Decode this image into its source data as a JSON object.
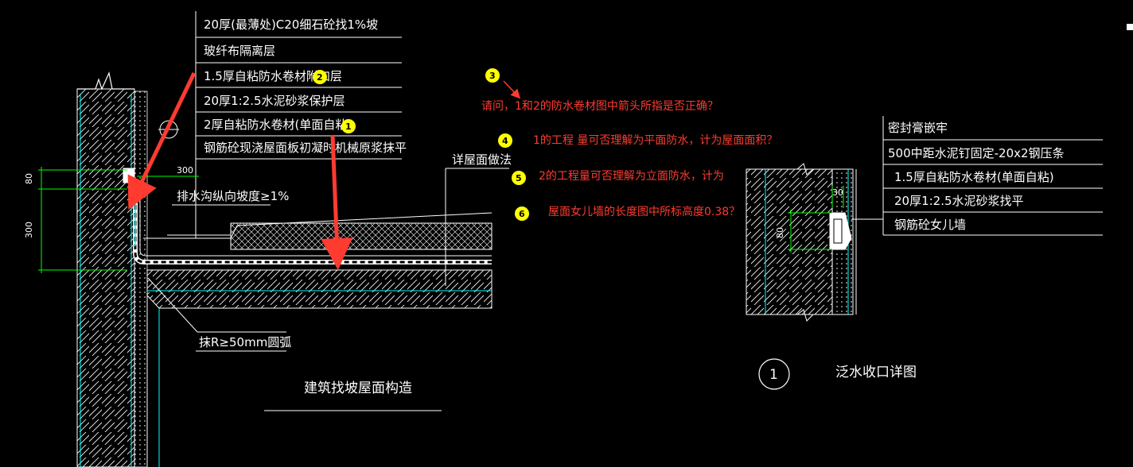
{
  "layers_left": [
    "20厚(最薄处)C20细石砼找1%坡",
    "玻纤布隔离层",
    "1.5厚自粘防水卷材附加层",
    "20厚1:2.5水泥砂浆保护层",
    "2厚自粘防水卷材(单面自粘)",
    "钢筋砼现浇屋面板初凝时机械原浆抹平"
  ],
  "layers_right": [
    "密封膏嵌牢",
    "500中距水泥钉固定-20x2钢压条",
    "1.5厚自粘防水卷材(单面自粘)",
    "20厚1:2.5水泥砂浆找平",
    "钢筋砼女儿墙"
  ],
  "dims": {
    "d80": "80",
    "d300_v": "300",
    "d300_h": "300",
    "r30": "30",
    "r80": "80"
  },
  "labels": {
    "drain_slope": "排水沟纵向坡度≥1%",
    "detail_ref": "详屋面做法",
    "fillet": "抹R≥50mm圆弧",
    "left_title": "建筑找坡屋面构造",
    "right_title": "泛水收口详图",
    "right_circle": "1"
  },
  "annotations": [
    {
      "marker": "3",
      "text": "请问，1和2的防水卷材图中箭头所指是否正确？"
    },
    {
      "marker": "4",
      "text": "1的工程 量可否理解为平面防水，计为屋面面积？"
    },
    {
      "marker": "5",
      "text": "2的工程量可否理解为立面防水，计为"
    },
    {
      "marker": "6",
      "text": "屋面女儿墙的长度图中所标高度0.38？"
    }
  ],
  "markers": {
    "m1": "1",
    "m2": "2"
  },
  "colors": {
    "background": "#000000",
    "line": "#ffffff",
    "cyan": "#00ffff",
    "green": "#00ff00",
    "annotation_red": "#ff3b30",
    "marker_yellow": "#ffff00"
  }
}
